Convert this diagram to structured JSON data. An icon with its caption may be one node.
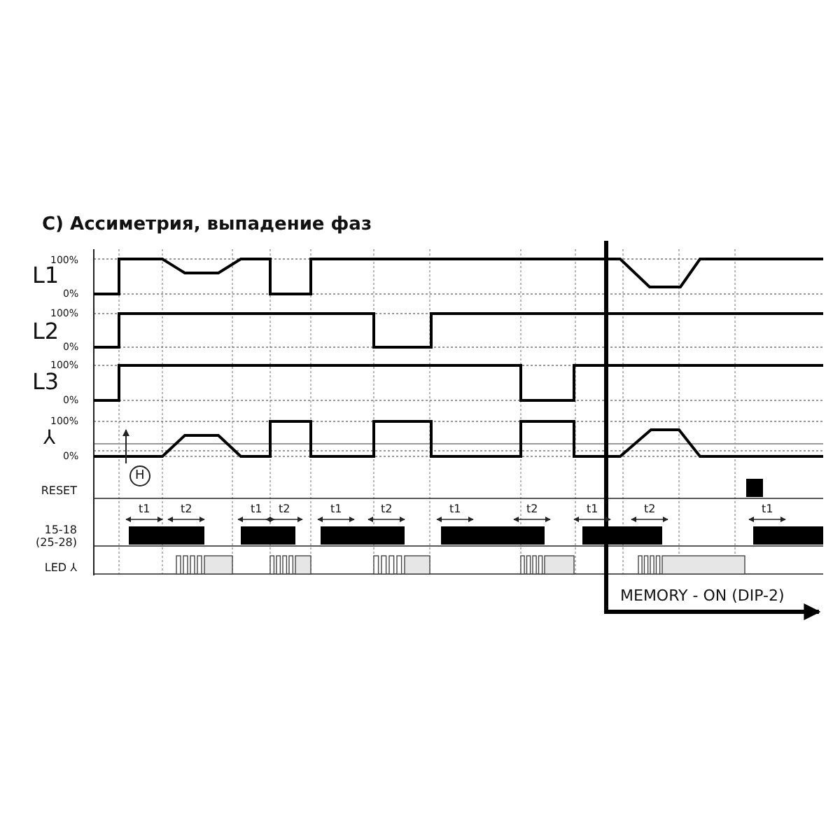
{
  "diagram": {
    "title": "C) Ассиметрия, выпадение фаз",
    "labels": [
      "L1",
      "100%",
      "0%",
      "L2",
      "100%",
      "0%",
      "L3",
      "100%",
      "0%",
      "⅄",
      "100%",
      "0%",
      "H",
      "RESET",
      "t1",
      "t2",
      "t1",
      "t2",
      "t1",
      "t2",
      "t1",
      "t2",
      "t1",
      "t2",
      "t1",
      "15-18 (25-28)",
      "LED ⅄",
      "MEMORY - ON (DIP-2)"
    ]
  }
}
